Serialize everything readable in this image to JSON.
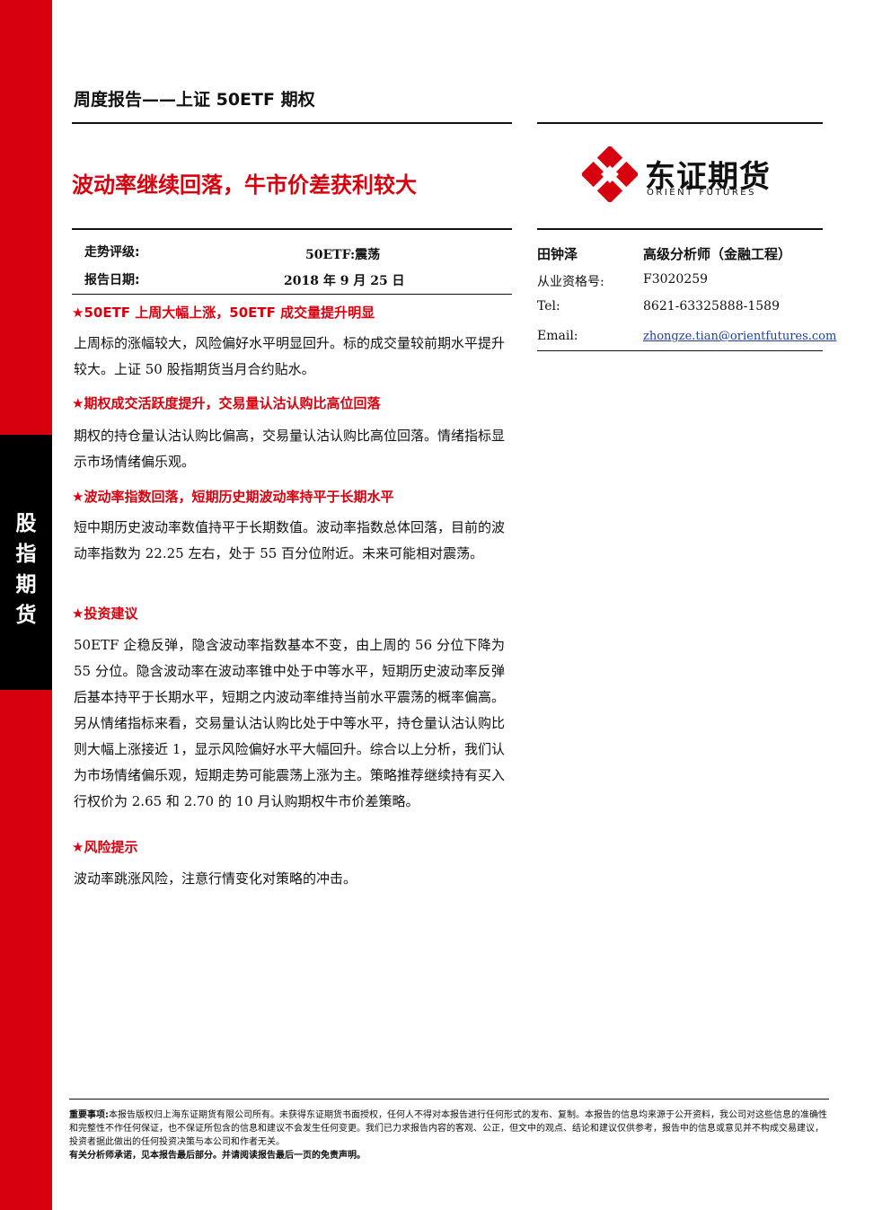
{
  "sidebar": {
    "category": [
      "股",
      "指",
      "期",
      "货"
    ]
  },
  "header": {
    "doc_title": "周度报告——上证 50ETF 期权",
    "headline": "波动率继续回落，牛市价差获利较大"
  },
  "logo": {
    "name_cn": "东证期货",
    "name_en": "ORIENT FUTURES"
  },
  "meta": {
    "rating_label": "走势评级:",
    "rating_value": "50ETF:震荡",
    "date_label": "报告日期:",
    "date_value": "2018 年 9 月 25 日"
  },
  "analyst": {
    "name": "田钟泽",
    "title": "高级分析师（金融工程）",
    "license_label": "从业资格号:",
    "license_value": "F3020259",
    "tel_label": "Tel:",
    "tel_value": "8621-63325888-1589",
    "email_label": "Email:",
    "email_value": "zhongze.tian@orientfutures.com"
  },
  "sections": [
    {
      "heading": "★50ETF 上周大幅上涨，50ETF 成交量提升明显",
      "body": "上周标的涨幅较大，风险偏好水平明显回升。标的成交量较前期水平提升较大。上证 50 股指期货当月合约贴水。"
    },
    {
      "heading": "★期权成交活跃度提升，交易量认沽认购比高位回落",
      "body": "期权的持仓量认沽认购比偏高，交易量认沽认购比高位回落。情绪指标显示市场情绪偏乐观。"
    },
    {
      "heading": "★波动率指数回落，短期历史期波动率持平于长期水平",
      "body": "短中期历史波动率数值持平于长期数值。波动率指数总体回落，目前的波动率指数为 22.25 左右，处于 55 百分位附近。未来可能相对震荡。"
    },
    {
      "heading": "★投资建议",
      "body": "50ETF 企稳反弹，隐含波动率指数基本不变，由上周的 56 分位下降为 55 分位。隐含波动率在波动率锥中处于中等水平，短期历史波动率反弹后基本持平于长期水平，短期之内波动率维持当前水平震荡的概率偏高。另从情绪指标来看，交易量认沽认购比处于中等水平，持仓量认沽认购比则大幅上涨接近 1，显示风险偏好水平大幅回升。综合以上分析，我们认为市场情绪偏乐观，短期走势可能震荡上涨为主。策略推荐继续持有买入行权价为 2.65 和 2.70 的 10 月认购期权牛市价差策略。"
    },
    {
      "heading": "★风险提示",
      "body": "波动率跳涨风险，注意行情变化对策略的冲击。"
    }
  ],
  "disclaimer": {
    "label": "重要事项:",
    "text": "本报告版权归上海东证期货有限公司所有。未获得东证期货书面授权，任何人不得对本报告进行任何形式的发布、复制。本报告的信息均来源于公开资料，我公司对这些信息的准确性和完整性不作任何保证，也不保证所包含的信息和建议不会发生任何变更。我们已力求报告内容的客观、公正，但文中的观点、结论和建议仅供参考，报告中的信息或意见并不构成交易建议，投资者据此做出的任何投资决策与本公司和作者无关。",
    "footer": "有关分析师承诺，见本报告最后部分。并请阅读报告最后一页的免责声明。"
  },
  "colors": {
    "brand_red": "#d7000f",
    "text": "#111111",
    "link": "#1f3ea6"
  }
}
